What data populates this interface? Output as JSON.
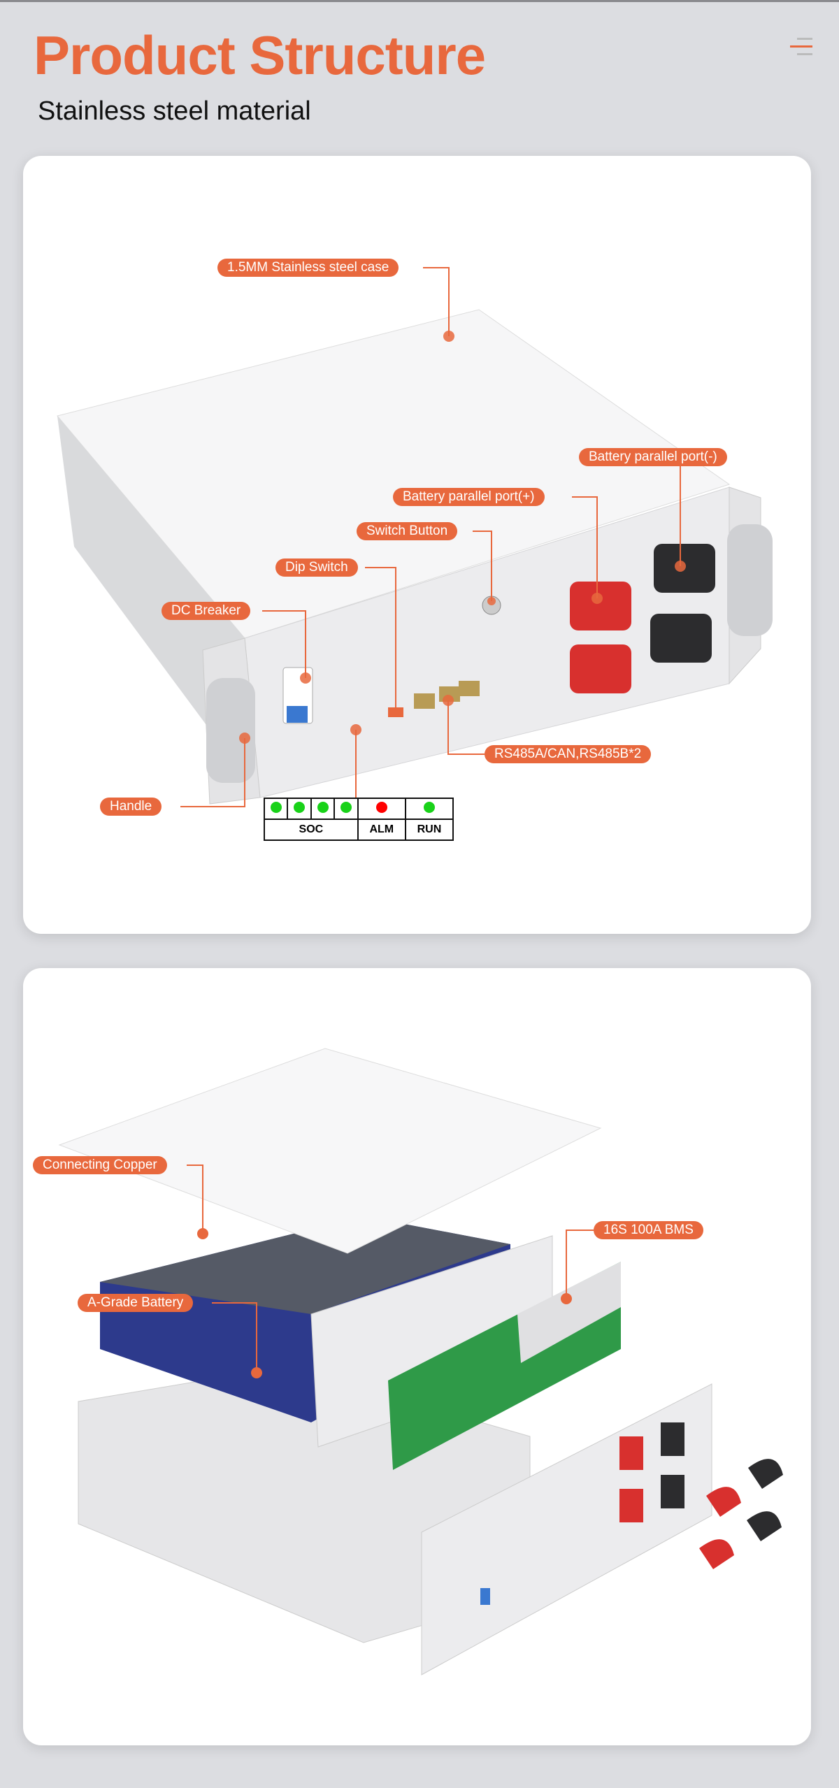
{
  "header": {
    "title": "Product Structure",
    "subtitle": "Stainless steel material",
    "menu_icon": "menu-icon"
  },
  "colors": {
    "accent": "#e8683d",
    "led_green": "#19d219",
    "led_red": "#ff0000",
    "background": "#dcdde1"
  },
  "card1": {
    "labels": {
      "case": "1.5MM Stainless steel case",
      "port_neg": "Battery parallel port(-)",
      "port_pos": "Battery parallel port(+)",
      "switch": "Switch Button",
      "dip": "Dip Switch",
      "breaker": "DC Breaker",
      "handle": "Handle",
      "comm": "RS485A/CAN,RS485B*2"
    },
    "led_table": {
      "leds": [
        "green",
        "green",
        "green",
        "green",
        "red",
        "green"
      ],
      "soc": "SOC",
      "alm": "ALM",
      "run": "RUN"
    }
  },
  "card2": {
    "labels": {
      "copper": "Connecting Copper",
      "bms": "16S 100A BMS",
      "battery": "A-Grade Battery"
    }
  }
}
